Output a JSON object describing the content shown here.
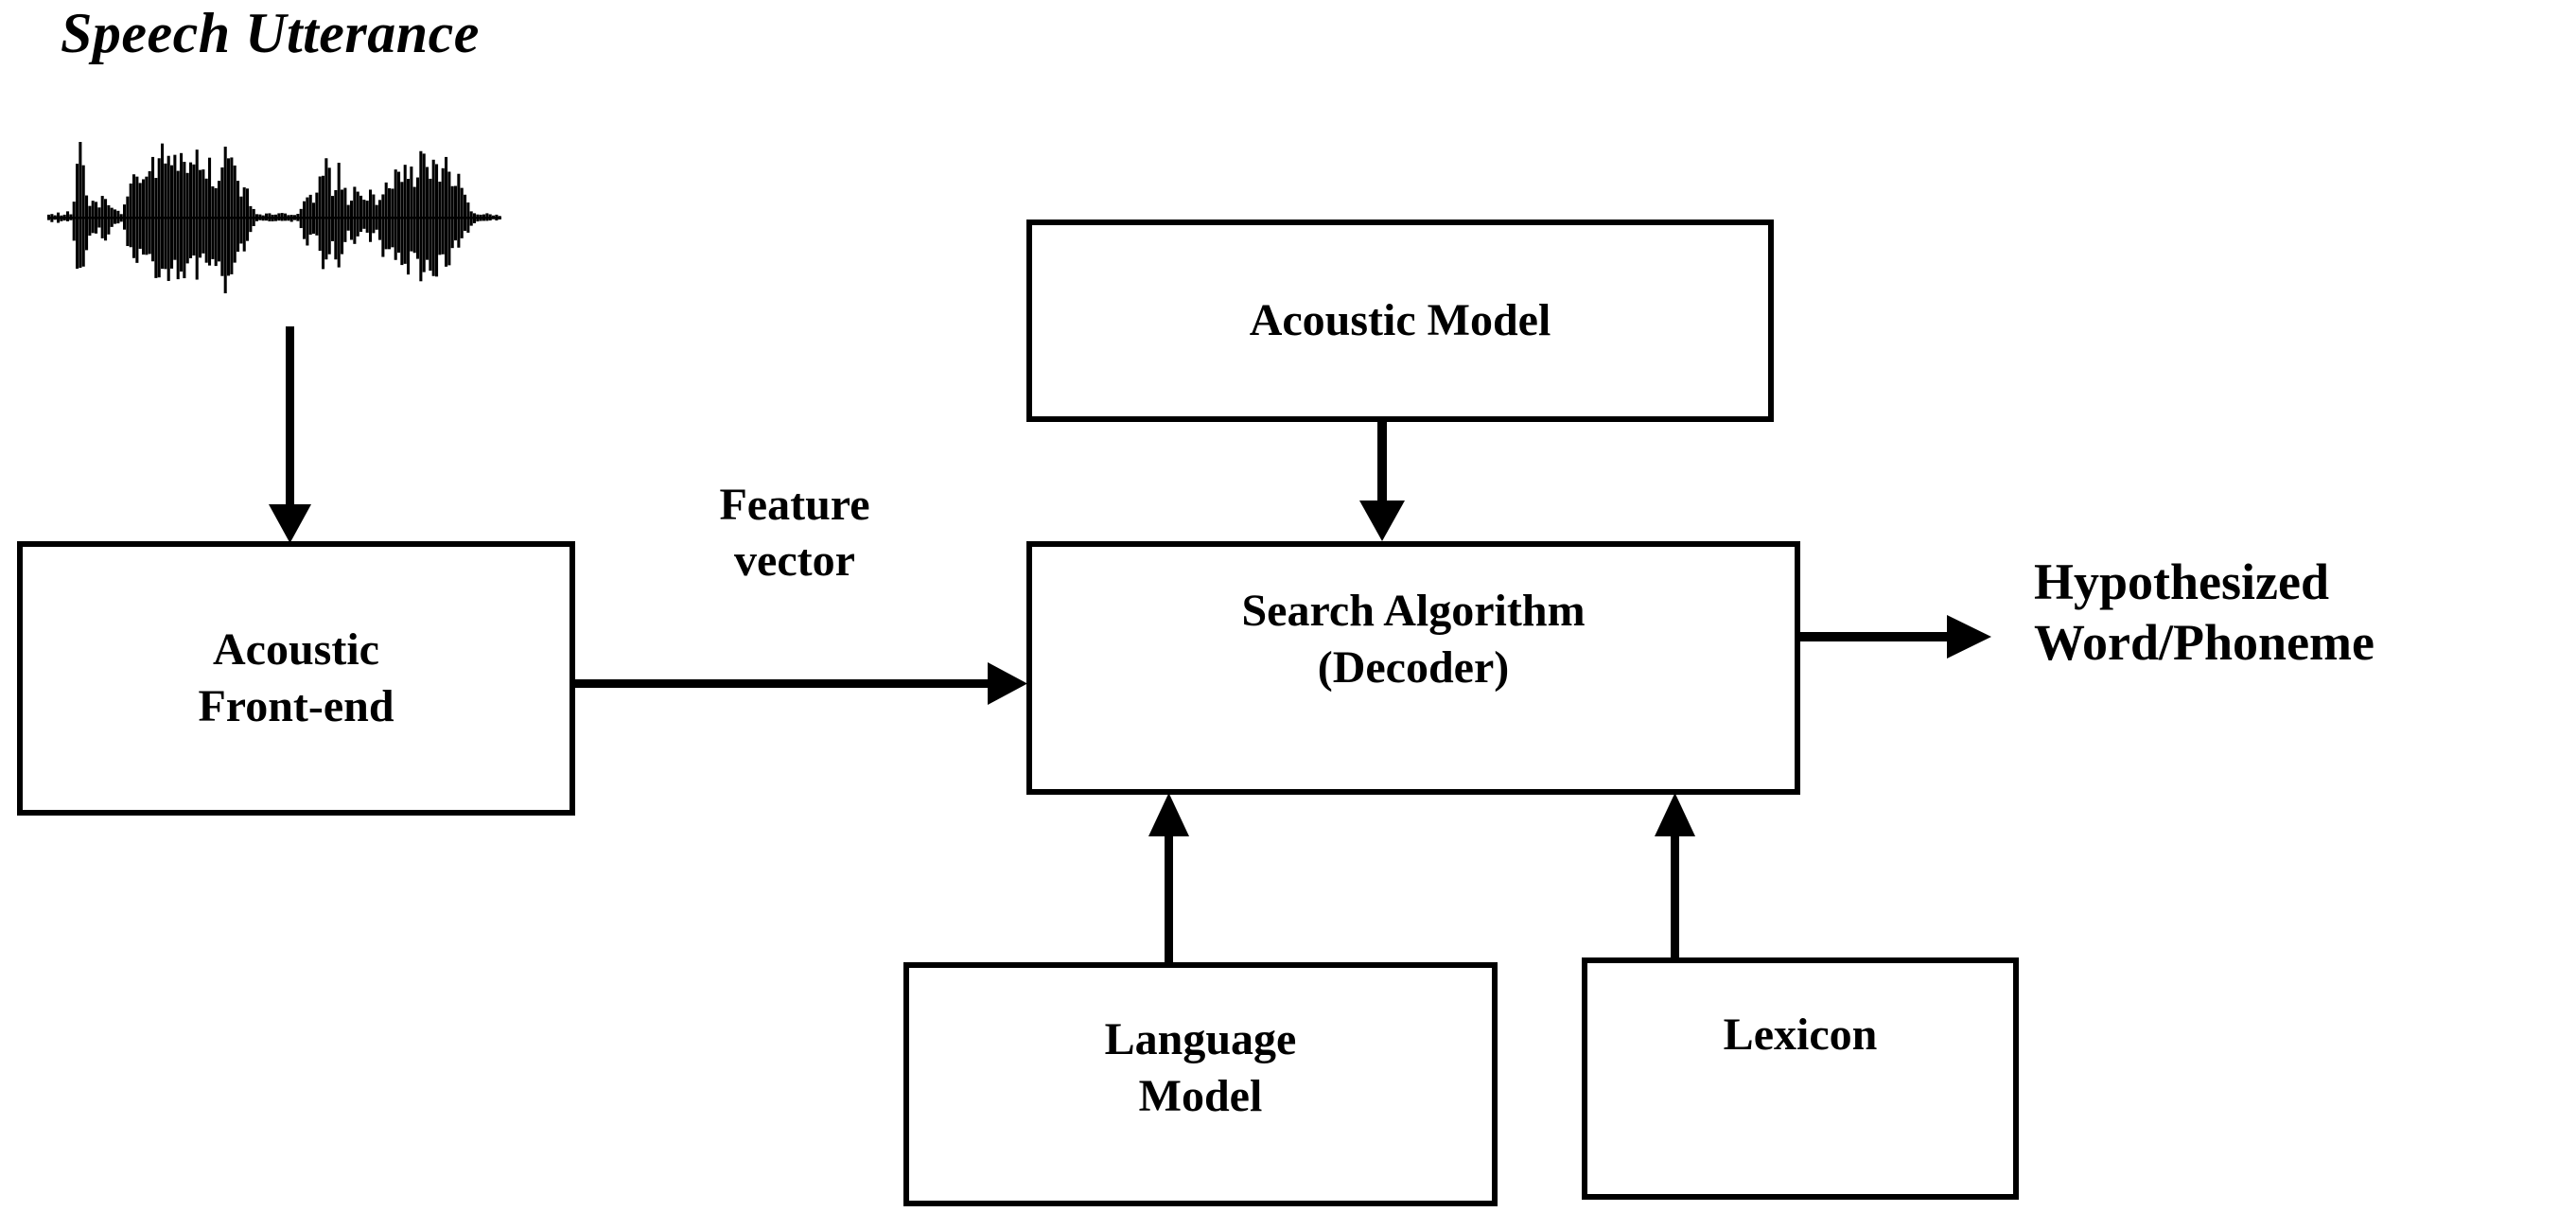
{
  "diagram": {
    "title": "Speech Utterance",
    "boxes": [
      {
        "id": "acoustic-frontend",
        "label": "Acoustic\nFront-end"
      },
      {
        "id": "acoustic-model",
        "label": "Acoustic Model"
      },
      {
        "id": "search-algorithm",
        "label": "Search Algorithm\n(Decoder)"
      },
      {
        "id": "language-model",
        "label": "Language\nModel"
      },
      {
        "id": "lexicon",
        "label": "Lexicon"
      }
    ],
    "labels": {
      "feature_vector": "Feature\nvector",
      "output": "Hypothesized\nWord/Phoneme"
    },
    "waveform": {
      "name": "speech-waveform",
      "samples": [
        0.04,
        0.05,
        0.03,
        0.06,
        0.04,
        0.05,
        0.07,
        0.05,
        0.3,
        0.62,
        0.95,
        0.7,
        0.38,
        0.22,
        0.3,
        0.2,
        0.12,
        0.26,
        0.36,
        0.22,
        0.15,
        0.1,
        0.08,
        0.06,
        0.18,
        0.34,
        0.46,
        0.55,
        0.62,
        0.58,
        0.52,
        0.6,
        0.68,
        0.75,
        0.72,
        0.8,
        0.85,
        0.78,
        0.82,
        0.88,
        0.84,
        0.76,
        0.8,
        0.86,
        0.74,
        0.66,
        0.72,
        0.8,
        0.7,
        0.58,
        0.66,
        0.74,
        0.62,
        0.54,
        0.6,
        0.68,
        0.9,
        0.98,
        0.86,
        0.64,
        0.42,
        0.3,
        0.46,
        0.34,
        0.18,
        0.1,
        0.06,
        0.05,
        0.04,
        0.05,
        0.06,
        0.05,
        0.04,
        0.05,
        0.06,
        0.05,
        0.04,
        0.05,
        0.04,
        0.05,
        0.12,
        0.24,
        0.38,
        0.3,
        0.2,
        0.34,
        0.48,
        0.62,
        0.74,
        0.58,
        0.4,
        0.52,
        0.68,
        0.55,
        0.36,
        0.22,
        0.3,
        0.42,
        0.34,
        0.26,
        0.2,
        0.28,
        0.36,
        0.3,
        0.24,
        0.32,
        0.44,
        0.56,
        0.5,
        0.42,
        0.54,
        0.62,
        0.58,
        0.66,
        0.72,
        0.64,
        0.56,
        0.68,
        0.88,
        0.76,
        0.6,
        0.7,
        0.82,
        0.66,
        0.48,
        0.58,
        0.7,
        0.54,
        0.36,
        0.44,
        0.56,
        0.4,
        0.26,
        0.18,
        0.12,
        0.08,
        0.06,
        0.05,
        0.04,
        0.05,
        0.04,
        0.03,
        0.04,
        0.03
      ]
    },
    "connectors": [
      {
        "id": "waveform-to-frontend",
        "from": "speech-waveform",
        "to": "acoustic-frontend",
        "direction": "down"
      },
      {
        "id": "frontend-to-search",
        "from": "acoustic-frontend",
        "to": "search-algorithm",
        "direction": "right"
      },
      {
        "id": "acoustic-model-to-search",
        "from": "acoustic-model",
        "to": "search-algorithm",
        "direction": "down"
      },
      {
        "id": "language-model-to-search",
        "from": "language-model",
        "to": "search-algorithm",
        "direction": "up"
      },
      {
        "id": "lexicon-to-search",
        "from": "lexicon",
        "to": "search-algorithm",
        "direction": "up"
      },
      {
        "id": "search-to-output",
        "from": "search-algorithm",
        "to": "output",
        "direction": "right"
      }
    ],
    "colors": {
      "stroke": "#000000",
      "background": "#ffffff",
      "text": "#000000"
    }
  }
}
